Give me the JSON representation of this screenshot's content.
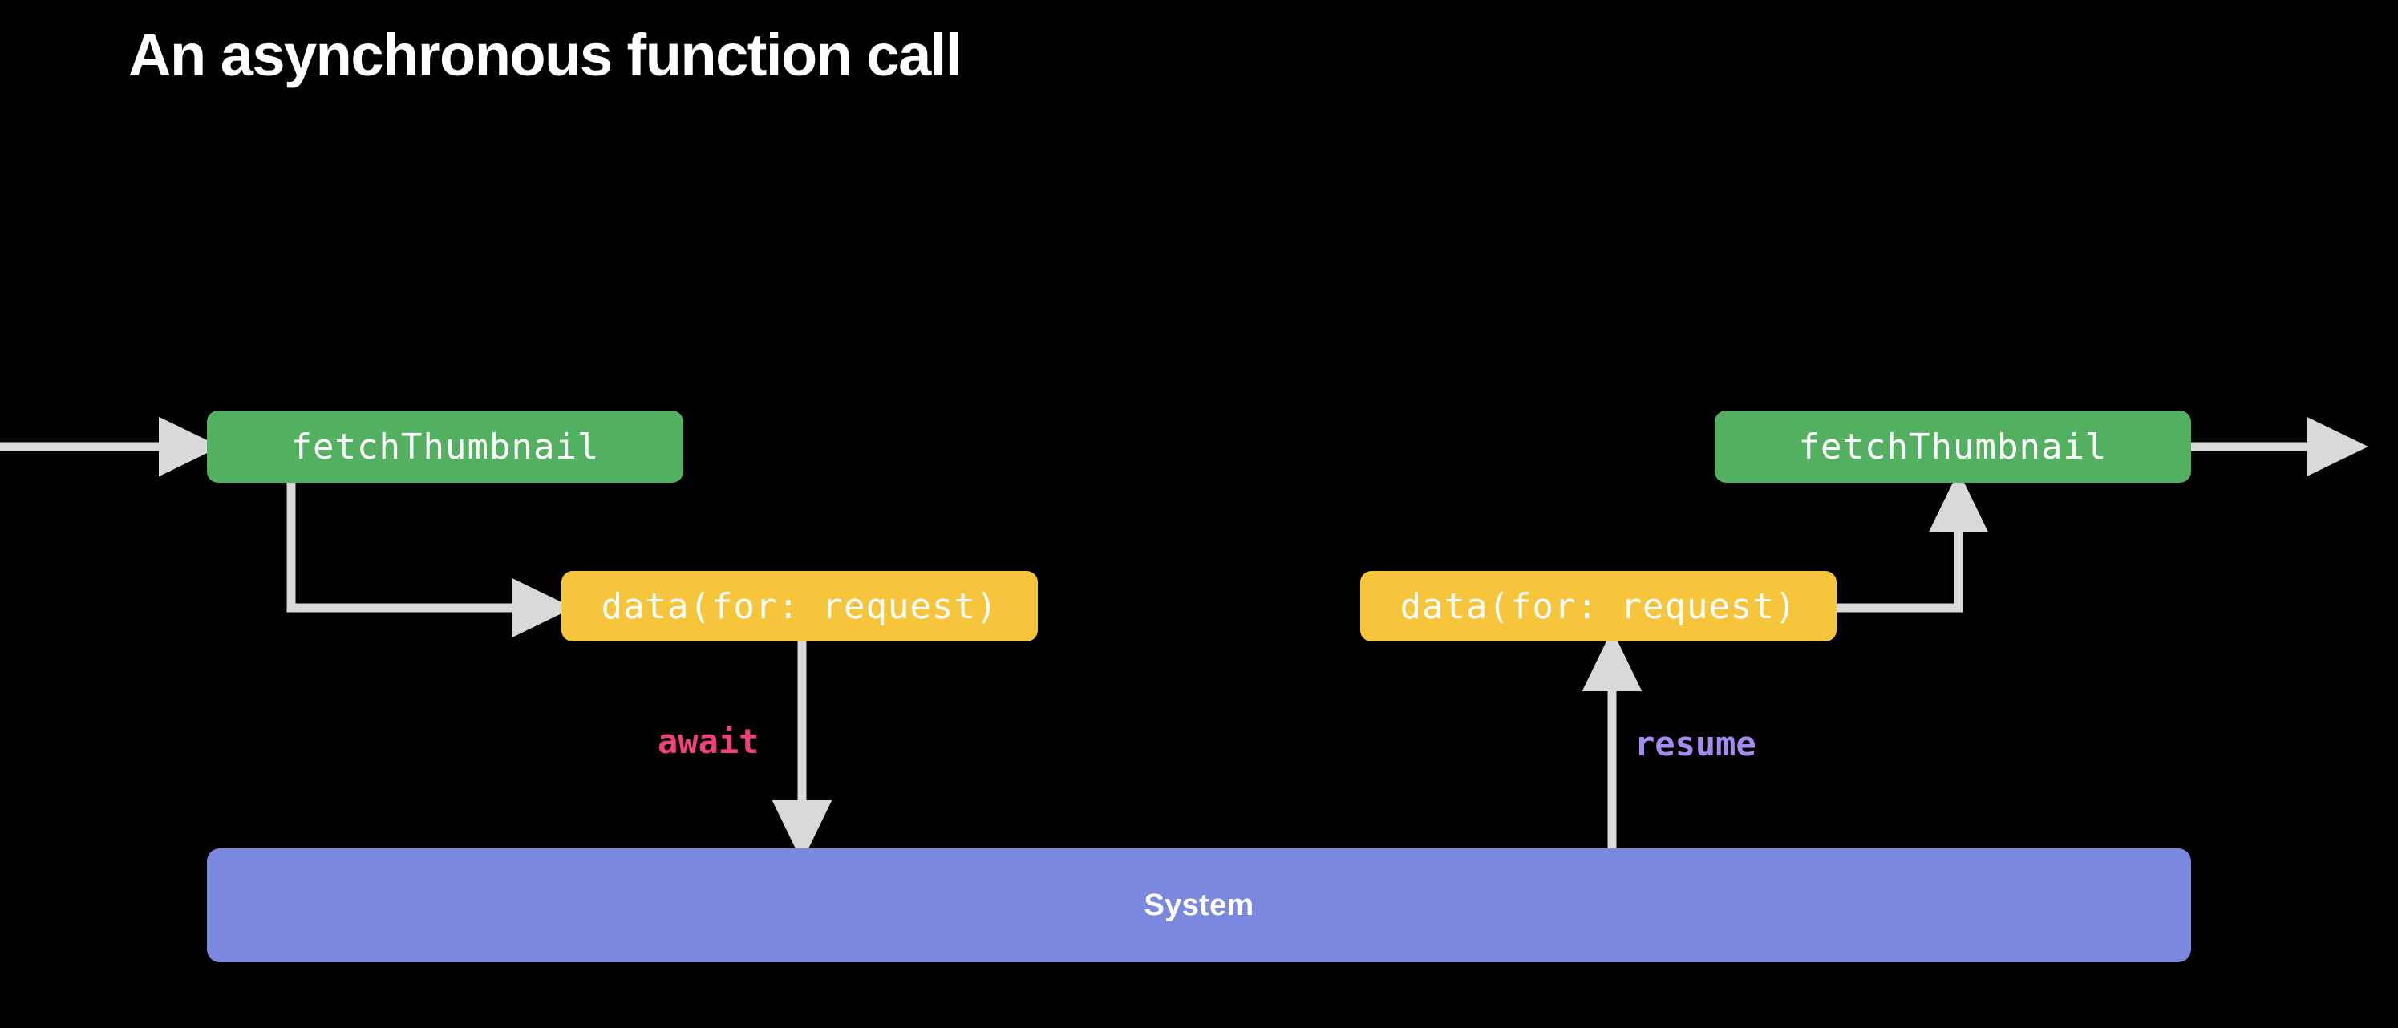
{
  "slide": {
    "title": "An asynchronous function call",
    "background_color": "#000000",
    "title_color": "#ffffff"
  },
  "palette": {
    "green": "#52b060",
    "yellow": "#f7c53c",
    "periwinkle": "#7a88e0",
    "connector": "#d9d9d9",
    "await_pink": "#f0407f",
    "resume_purple": "#a78bf0",
    "background": "#000000"
  },
  "nodes": [
    {
      "id": "fetch-left",
      "label": "fetchThumbnail",
      "kind": "function",
      "color": "#52b060"
    },
    {
      "id": "data-left",
      "label": "data(for: request)",
      "kind": "async-call",
      "color": "#f7c53c"
    },
    {
      "id": "data-right",
      "label": "data(for: request)",
      "kind": "async-call",
      "color": "#f7c53c"
    },
    {
      "id": "fetch-right",
      "label": "fetchThumbnail",
      "kind": "function",
      "color": "#52b060"
    },
    {
      "id": "system",
      "label": "System",
      "kind": "runtime-bar",
      "color": "#7a88e0"
    }
  ],
  "edges": [
    {
      "id": "entry",
      "label": "",
      "from": "caller",
      "to": "fetch-left",
      "arrow": "right"
    },
    {
      "id": "call-data",
      "label": "",
      "from": "fetch-left",
      "to": "data-left",
      "arrow": "right"
    },
    {
      "id": "await",
      "label": "await",
      "from": "data-left",
      "to": "system",
      "arrow": "down",
      "label_color": "#f0407f"
    },
    {
      "id": "resume",
      "label": "resume",
      "from": "system",
      "to": "data-right",
      "arrow": "up",
      "label_color": "#a78bf0"
    },
    {
      "id": "return-data",
      "label": "",
      "from": "data-right",
      "to": "fetch-right",
      "arrow": "up"
    },
    {
      "id": "exit",
      "label": "",
      "from": "fetch-right",
      "to": "caller",
      "arrow": "right"
    }
  ],
  "labels": {
    "await": "await",
    "resume": "resume"
  }
}
